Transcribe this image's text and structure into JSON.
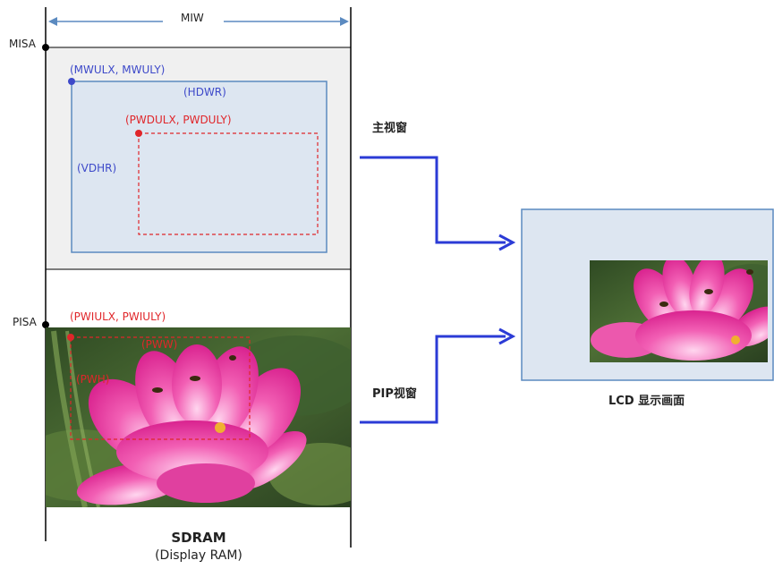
{
  "sdram": {
    "width_label": "MIW",
    "misa_label": "MISA",
    "pisa_label": "PISA",
    "title": "SDRAM",
    "subtitle": "(Display RAM)"
  },
  "main_window": {
    "origin_label": "(MWULX, MWULY)",
    "width_label": "(HDWR)",
    "height_label": "(VDHR)"
  },
  "pip_display": {
    "origin_label": "(PWDULX, PWDULY)"
  },
  "pip_image": {
    "origin_label": "(PWIULX, PWIULY)",
    "width_label": "(PWW)",
    "height_label": "(PWH)"
  },
  "arrows": {
    "main_label": "主视窗",
    "pip_label": "PIP视窗"
  },
  "lcd": {
    "title": "LCD 显示画面"
  },
  "colors": {
    "blue": "#3d49c9",
    "red": "#e0262a",
    "arrow": "#2b3bd6",
    "panel_fill": "#dde6f1",
    "sdram_top_fill": "#f0f0f0"
  }
}
